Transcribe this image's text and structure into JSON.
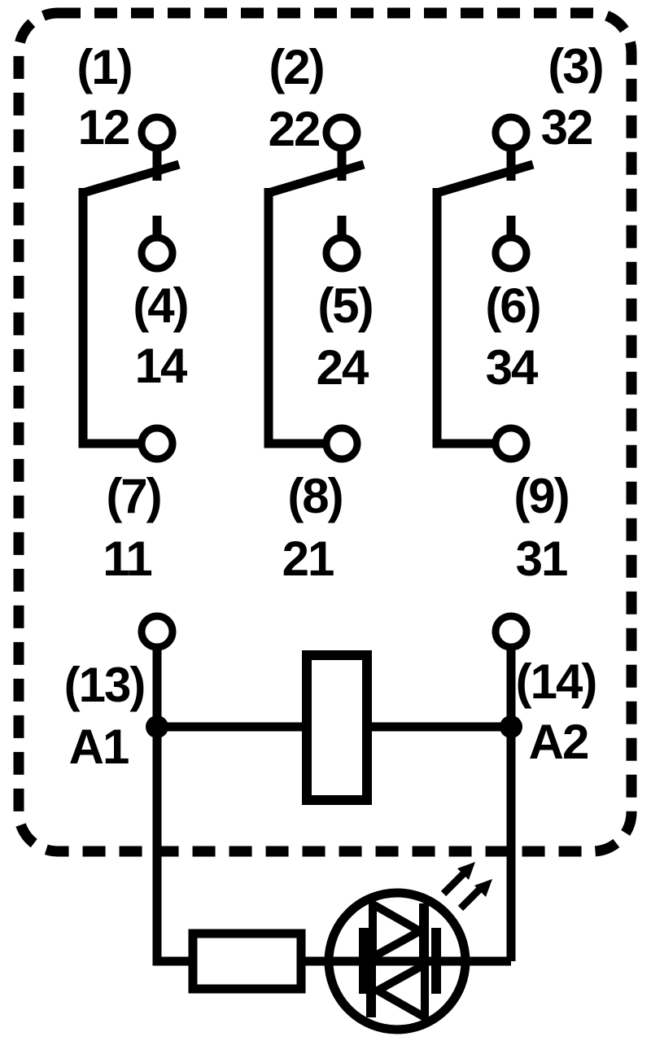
{
  "diagram": {
    "kind": "relay-schematic-3-changeover-contacts-with-coil-and-led",
    "colors": {
      "ink": "#000000",
      "paper": "#ffffff"
    },
    "components": {
      "enclosure": "dashed-relay-outline",
      "coil": "relay-coil",
      "resistor": "series-resistor",
      "indicator": "bidirectional-led"
    },
    "poles": [
      {
        "nc_pin": "(1)",
        "nc_terminal": "12",
        "no_pin": "(4)",
        "no_terminal": "14",
        "com_pin": "(7)",
        "com_terminal": "11"
      },
      {
        "nc_pin": "(2)",
        "nc_terminal": "22",
        "no_pin": "(5)",
        "no_terminal": "24",
        "com_pin": "(8)",
        "com_terminal": "21"
      },
      {
        "nc_pin": "(3)",
        "nc_terminal": "32",
        "no_pin": "(6)",
        "no_terminal": "34",
        "com_pin": "(9)",
        "com_terminal": "31"
      }
    ],
    "coil": {
      "a1_pin": "(13)",
      "a1_terminal": "A1",
      "a2_pin": "(14)",
      "a2_terminal": "A2"
    }
  }
}
